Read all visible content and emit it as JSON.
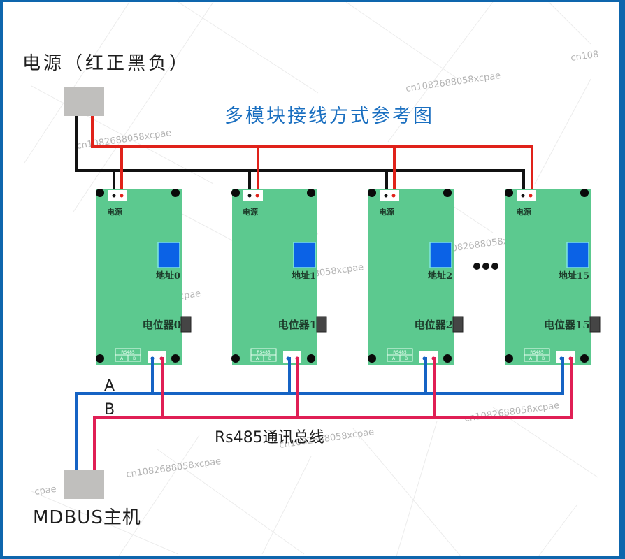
{
  "diagram": {
    "title": "多模块接线方式参考图",
    "power_label": "电源（红正黑负）",
    "master_label": "MDBUS主机",
    "bus_label": "Rs485通讯总线",
    "line_a_label": "A",
    "line_b_label": "B",
    "ellipsis": "●●●",
    "colors": {
      "frame": "#0e66ad",
      "board": "#5cc98f",
      "switch": "#0b62e6",
      "power_positive": "#e0221a",
      "power_negative": "#111111",
      "rs485_a": "#1563c4",
      "rs485_b": "#e01f55",
      "title": "#1a6fc0",
      "box": "#c0bfbd"
    },
    "modules": [
      {
        "power_label": "电源",
        "address_label": "地址0",
        "pot_label": "电位器0",
        "rs485_top": "RS485",
        "rs485_a": "A",
        "rs485_b": "B"
      },
      {
        "power_label": "电源",
        "address_label": "地址1",
        "pot_label": "电位器1",
        "rs485_top": "RS485",
        "rs485_a": "A",
        "rs485_b": "B"
      },
      {
        "power_label": "电源",
        "address_label": "地址2",
        "pot_label": "电位器2",
        "rs485_top": "RS485",
        "rs485_a": "A",
        "rs485_b": "B"
      },
      {
        "power_label": "电源",
        "address_label": "地址15",
        "pot_label": "电位器15",
        "rs485_top": "RS485",
        "rs485_a": "A",
        "rs485_b": "B"
      }
    ],
    "watermark": "cn1082688058xcpae"
  }
}
